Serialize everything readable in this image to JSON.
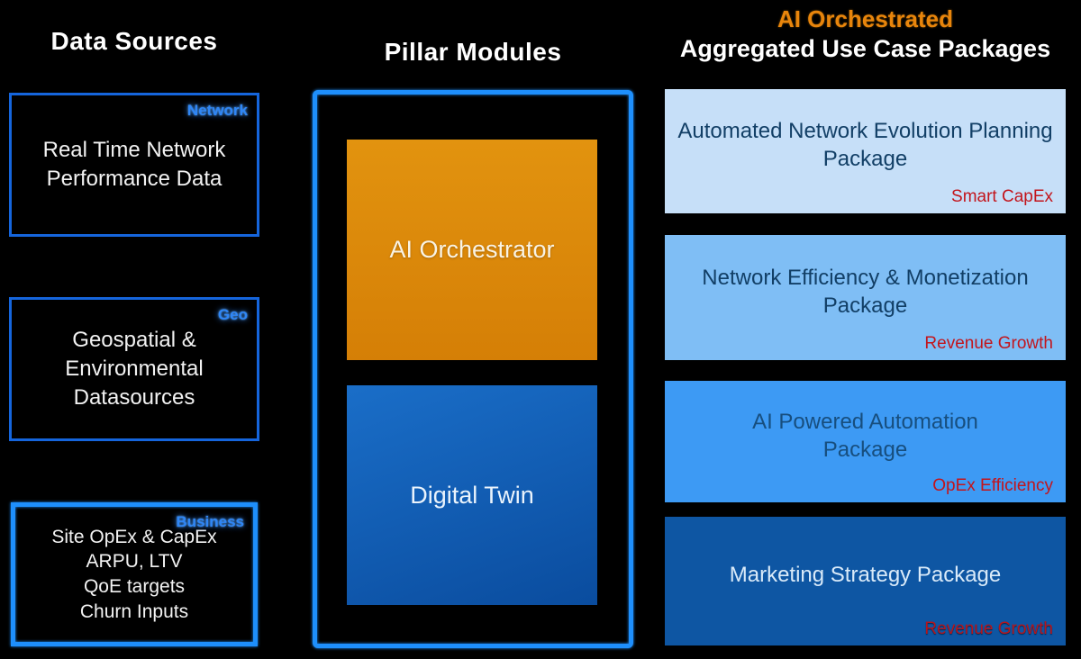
{
  "left": {
    "title": "Data Sources",
    "boxes": [
      {
        "tag": "Network",
        "lines": [
          "Real Time Network",
          "Performance Data"
        ]
      },
      {
        "tag": "Geo",
        "lines": [
          "Geospatial &",
          "Environmental",
          "Datasources"
        ]
      },
      {
        "tag": "Business",
        "lines": [
          "Site OpEx & CapEx",
          "ARPU, LTV",
          "QoE targets",
          "Churn Inputs"
        ]
      }
    ]
  },
  "middle": {
    "title": "Pillar Modules",
    "modules": [
      {
        "label": "AI Orchestrator"
      },
      {
        "label": "Digital Twin"
      }
    ]
  },
  "right": {
    "title_line1": "AI Orchestrated",
    "title_line2": "Aggregated Use Case Packages",
    "boxes": [
      {
        "lines": [
          "Automated Network Evolution Planning",
          "Package"
        ],
        "benefit": "Smart CapEx"
      },
      {
        "lines": [
          "Network Efficiency & Monetization",
          "Package"
        ],
        "benefit": "Revenue Growth"
      },
      {
        "lines": [
          "AI Powered Automation",
          "Package"
        ],
        "benefit": "OpEx Efficiency"
      },
      {
        "lines": [
          "Marketing Strategy Package"
        ],
        "benefit": "Revenue Growth"
      }
    ]
  },
  "colors": {
    "accent_blue_border": "#1565DC",
    "accent_blue_glow": "#1E8FFC",
    "tag_blue": "#2F86F6",
    "orchestrator_orange": "#DD8A0D",
    "digital_twin_blue": "#1160B4",
    "package_bg_1": "#C6DFF8",
    "package_bg_2": "#7FBEF5",
    "package_bg_3": "#3D9AF4",
    "package_bg_4": "#0E56A3",
    "benefit_red": "#C3151C",
    "title_orange": "#E8850C"
  }
}
